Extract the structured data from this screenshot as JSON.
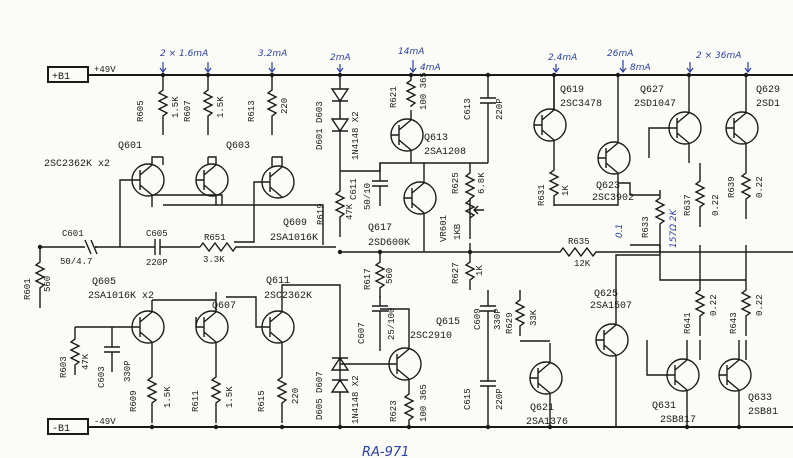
{
  "rails": {
    "pos": "+B1",
    "pos_v": "+49V",
    "neg": "-B1",
    "neg_v": "-49V"
  },
  "currents": {
    "c1": "2 × 1.6mA",
    "c2": "3.2mA",
    "c3": "2mA",
    "c4": "14mA",
    "c4b": "4mA",
    "c5": "2.4mA",
    "c6": "26mA",
    "c6b": "8mA",
    "c7": "2 × 36mA"
  },
  "resistors": {
    "r605": "R605",
    "r605v": "1.5K",
    "r607": "R607",
    "r607v": "1.5K",
    "r613": "R613",
    "r613v": "220",
    "r621": "R621",
    "r621v": "100 365",
    "r619": "R619",
    "r619v": "47K",
    "r625": "R625",
    "r625v": "6.8K",
    "vr601": "VR601",
    "vr601v": "1KB",
    "r631": "R631",
    "r631v": "1K",
    "r633": "R633",
    "r633v": "157Ω 2K",
    "r637": "R637",
    "r637v": "0.22",
    "r639": "R639",
    "r639v": "0.22",
    "r651": "R651",
    "r651v": "3.3K",
    "r601": "R601",
    "r601v": "560",
    "r635": "R635",
    "r635v": "12K",
    "r627": "R627",
    "r627v": "1K",
    "r617": "R617",
    "r617v": "560",
    "r629": "R629",
    "r629v": "33K",
    "r641": "R641",
    "r641v": "0.22",
    "r643": "R643",
    "r643v": "0.22",
    "r603": "R603",
    "r603v": "47K",
    "r609": "R609",
    "r609v": "1.5K",
    "r611": "R611",
    "r611v": "1.5K",
    "r615": "R615",
    "r615v": "220",
    "r623": "R623",
    "r623v": "100 365"
  },
  "capacitors": {
    "c613": "C613",
    "c613v": "220P",
    "c611": "C611",
    "c611v": "50/10",
    "c601": "C601",
    "c601v": "50/4.7",
    "c605": "C605",
    "c605v": "220P",
    "c607": "C607",
    "c607v": "25/100",
    "c609": "C609",
    "c609v": "330P",
    "c603": "C603",
    "c603v": "330P",
    "c615": "C615",
    "c615v": "220P",
    "cextra": "0.1"
  },
  "transistors": {
    "q601": "Q601",
    "q601t": "2SC2362K x2",
    "q603": "Q603",
    "q605": "Q605",
    "q605t": "2SA1016K x2",
    "q607": "Q607",
    "q609": "Q609",
    "q609t": "2SA1016K",
    "q611": "Q611",
    "q611t": "2SC2362K",
    "q613": "Q613",
    "q613t": "2SA1208",
    "q615": "Q615",
    "q615t": "2SC2910",
    "q617": "Q617",
    "q617t": "2SD600K",
    "q619": "Q619",
    "q619t": "2SC3478",
    "q621": "Q621",
    "q621t": "2SA1376",
    "q623": "Q623",
    "q623t": "2SC3902",
    "q625": "Q625",
    "q625t": "2SA1507",
    "q627": "Q627",
    "q627t": "2SD1047",
    "q629": "Q629",
    "q629t": "2SD1",
    "q631": "Q631",
    "q631t": "2SB817",
    "q633": "Q633",
    "q633t": "2SB81"
  },
  "diodes": {
    "d601": "D601 D603",
    "d601t": "1N4148 X2",
    "d605": "D605 D607",
    "d605t": "1N4148 X2"
  },
  "footer": "RA-971"
}
